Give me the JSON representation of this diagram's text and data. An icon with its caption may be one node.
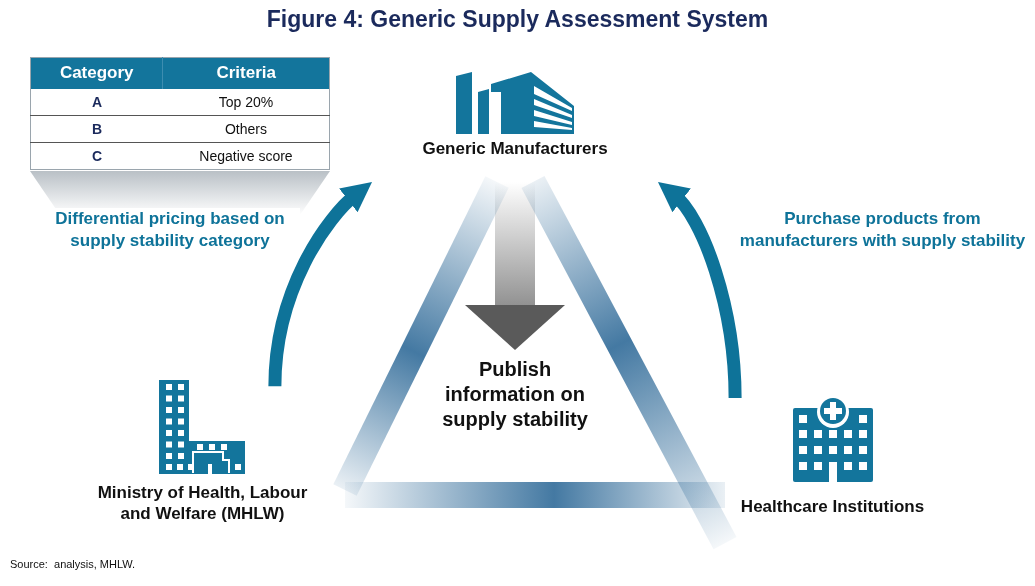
{
  "diagram": {
    "title": "Figure 4: Generic Supply Assessment System",
    "nodes": [
      {
        "text": [
          "Generic Manufacturers"
        ]
      },
      {
        "text": [
          "Ministry of Health, Labour and Welfare (MHLW)"
        ]
      },
      {
        "text": [
          "Healthcare Institutions"
        ]
      },
      {
        "text": [
          "Publish information on supply stability"
        ]
      }
    ],
    "edges": [
      {
        "from": 1,
        "to": 0,
        "arrow": "to",
        "label": "Differential pricing based on supply stability category",
        "color": "#0e7399"
      },
      {
        "from": 2,
        "to": 0,
        "arrow": "to",
        "label": "Purchase products from manufacturers with supply stability",
        "color": "#0e7399"
      },
      {
        "from": 0,
        "to": 3,
        "arrow": "to",
        "style": "thick",
        "color": "#5a5a5a"
      },
      {
        "from": 0,
        "to": 1,
        "arrow": "none",
        "style": "thick",
        "color": "#2f6a98"
      },
      {
        "from": 1,
        "to": 2,
        "arrow": "none",
        "style": "thick",
        "color": "#2f6a98"
      },
      {
        "from": 2,
        "to": 0,
        "arrow": "none",
        "style": "thick",
        "color": "#2f6a98"
      }
    ],
    "labels": [
      "Category",
      "Criteria",
      "A",
      "Top 20%",
      "B",
      "Others",
      "C",
      "Negative score",
      "Source:  analysis, MHLW."
    ]
  }
}
